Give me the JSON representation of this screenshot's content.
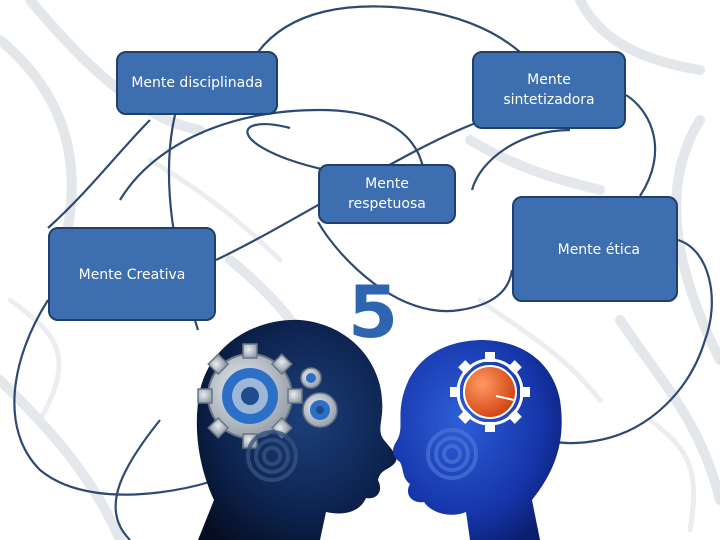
{
  "boxes": {
    "disciplinada": "Mente disciplinada",
    "sintetizadora_line1": "Mente",
    "sintetizadora_line2": "sintetizadora",
    "respetuosa_line1": "Mente",
    "respetuosa_line2": "respetuosa",
    "etica": "Mente ética",
    "creativa": "Mente Creativa"
  },
  "center_number": "5",
  "colors": {
    "box_fill": "#3d6fb0",
    "box_border": "#1f3f6d",
    "connector": "#2e4a70",
    "number": "#2e64b0",
    "head_dark": "#0b1a3a",
    "head_blue": "#1c3fa8",
    "gear_orange": "#e2571c"
  },
  "icons": [
    "gear-icon",
    "head-silhouette-icon",
    "spiral-icon"
  ]
}
